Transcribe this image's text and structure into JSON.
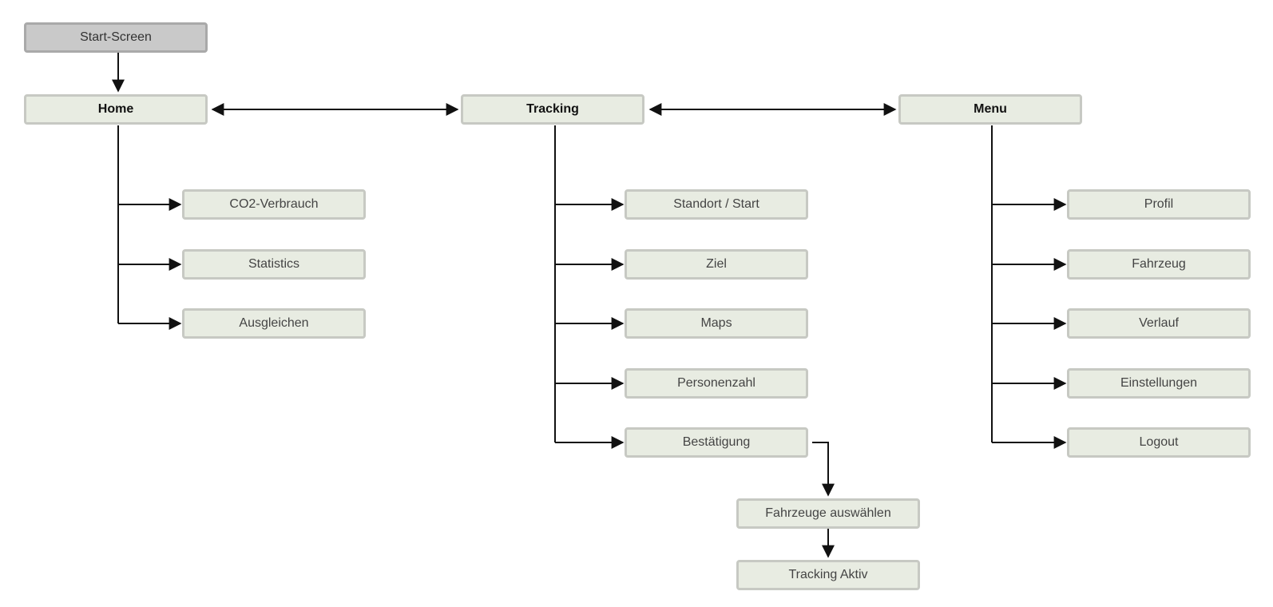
{
  "diagram": {
    "start": "Start-Screen",
    "home": {
      "title": "Home",
      "items": [
        "CO2-Verbrauch",
        "Statistics",
        "Ausgleichen"
      ]
    },
    "tracking": {
      "title": "Tracking",
      "items": [
        "Standort / Start",
        "Ziel",
        "Maps",
        "Personenzahl",
        "Bestätigung"
      ],
      "flow": [
        "Fahrzeuge auswählen",
        "Tracking Aktiv"
      ]
    },
    "menu": {
      "title": "Menu",
      "items": [
        "Profil",
        "Fahrzeug",
        "Verlauf",
        "Einstellungen",
        "Logout"
      ]
    }
  },
  "colors": {
    "node_fill": "#e8ece2",
    "node_border": "#c7c9c3",
    "start_fill": "#c9c9c9",
    "start_border": "#a9a9a9",
    "arrow": "#111111"
  }
}
